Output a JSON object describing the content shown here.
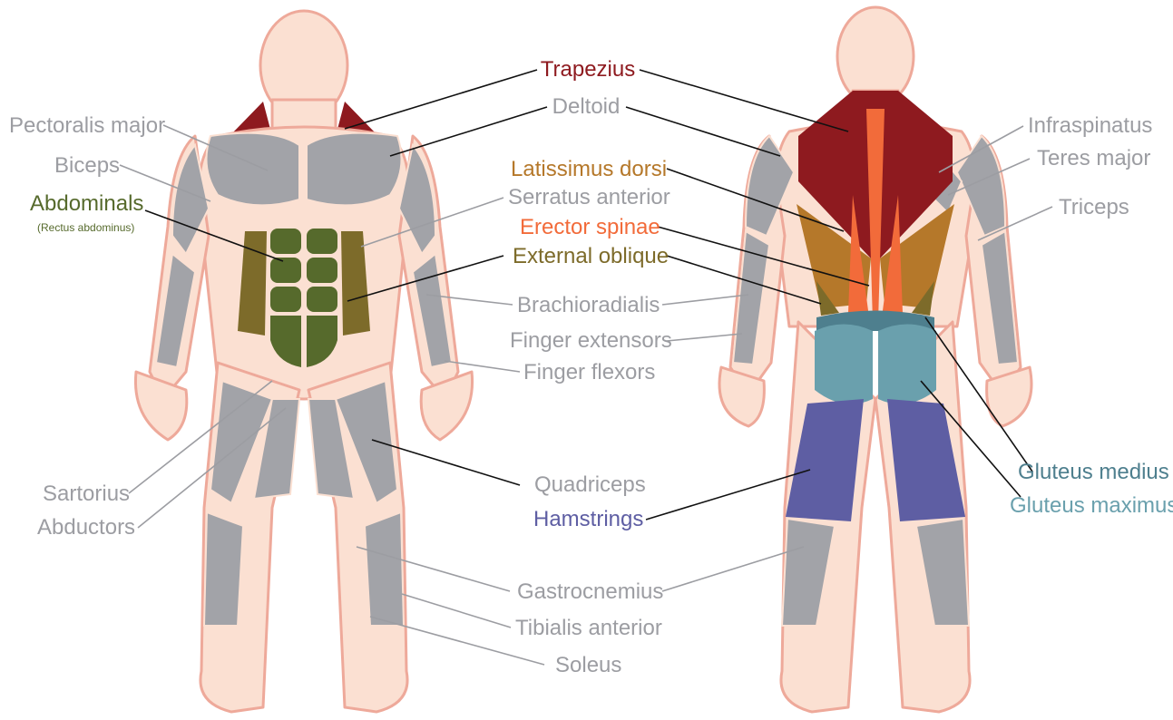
{
  "colors": {
    "skin": "#fbe0d2",
    "skin_outline": "#eea99a",
    "gray_muscle": "#a2a3a8",
    "gray_label": "#9c9da2",
    "trapezius": "#8e1a1f",
    "latissimus": "#b5782a",
    "erector": "#f26b3a",
    "oblique": "#7d6b2a",
    "abdominals": "#566a2c",
    "gluteus_medius": "#4e7f8e",
    "gluteus_maximus": "#6aa0ad",
    "hamstrings": "#5e5ea3",
    "leader_dark": "#111111"
  },
  "labels": {
    "trapezius": "Trapezius",
    "deltoid": "Deltoid",
    "pectoralis_major": "Pectoralis major",
    "biceps": "Biceps",
    "abdominals": "Abdominals",
    "abdominals_sub": "(Rectus abdominus)",
    "latissimus_dorsi": "Latissimus dorsi",
    "serratus_anterior": "Serratus anterior",
    "erector_spinae": "Erector spinae",
    "external_oblique": "External oblique",
    "brachioradialis": "Brachioradialis",
    "finger_extensors": "Finger extensors",
    "finger_flexors": "Finger flexors",
    "sartorius": "Sartorius",
    "abductors": "Abductors",
    "quadriceps": "Quadriceps",
    "hamstrings": "Hamstrings",
    "gastrocnemius": "Gastrocnemius",
    "tibialis_anterior": "Tibialis anterior",
    "soleus": "Soleus",
    "infraspinatus": "Infraspinatus",
    "teres_major": "Teres major",
    "triceps": "Triceps",
    "gluteus_medius": "Gluteus medius",
    "gluteus_maximus": "Gluteus maximus"
  }
}
